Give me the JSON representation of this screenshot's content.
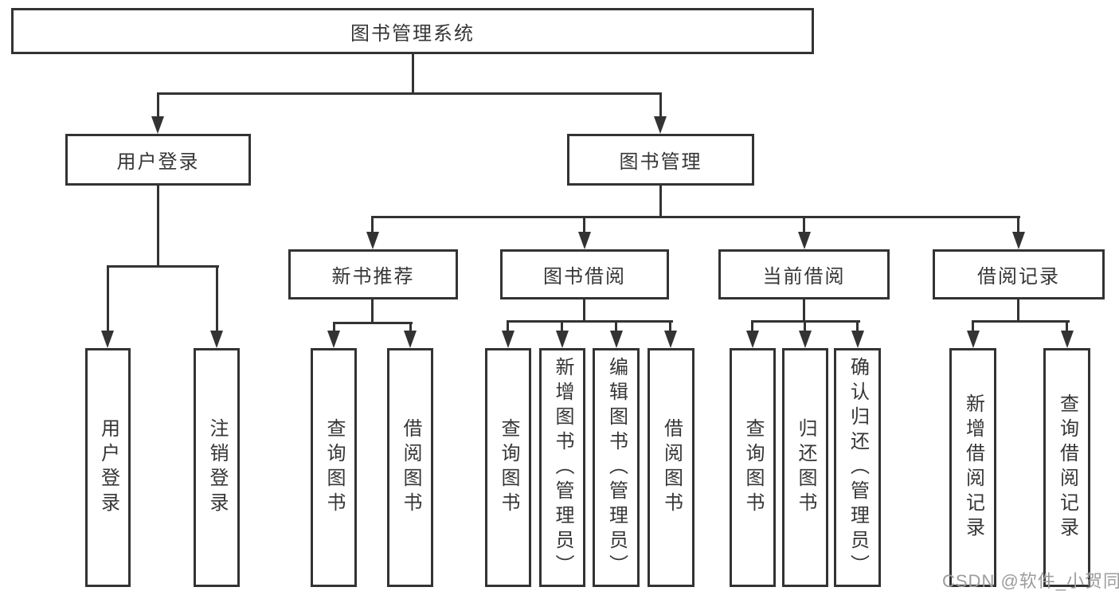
{
  "colors": {
    "line": "#333333",
    "text": "#363636",
    "box_fill": "#ffffff",
    "background": "#ffffff",
    "watermark": "#9c9c9c"
  },
  "watermark": {
    "text": "CSDN @软件_小贺同学"
  },
  "tree": {
    "label": "图书管理系统",
    "children": [
      {
        "label": "用户登录",
        "children": [
          {
            "label": "用户登录"
          },
          {
            "label": "注销登录"
          }
        ]
      },
      {
        "label": "图书管理",
        "children": [
          {
            "label": "新书推荐",
            "children": [
              {
                "label": "查询图书"
              },
              {
                "label": "借阅图书"
              }
            ]
          },
          {
            "label": "图书借阅",
            "children": [
              {
                "label": "查询图书"
              },
              {
                "label": "新增图书（管理员）"
              },
              {
                "label": "编辑图书（管理员）"
              },
              {
                "label": "借阅图书"
              }
            ]
          },
          {
            "label": "当前借阅",
            "children": [
              {
                "label": "查询图书"
              },
              {
                "label": "归还图书"
              },
              {
                "label": "确认归还（管理员）"
              }
            ]
          },
          {
            "label": "借阅记录",
            "children": [
              {
                "label": "新增借阅记录"
              },
              {
                "label": "查询借阅记录"
              }
            ]
          }
        ]
      }
    ]
  }
}
